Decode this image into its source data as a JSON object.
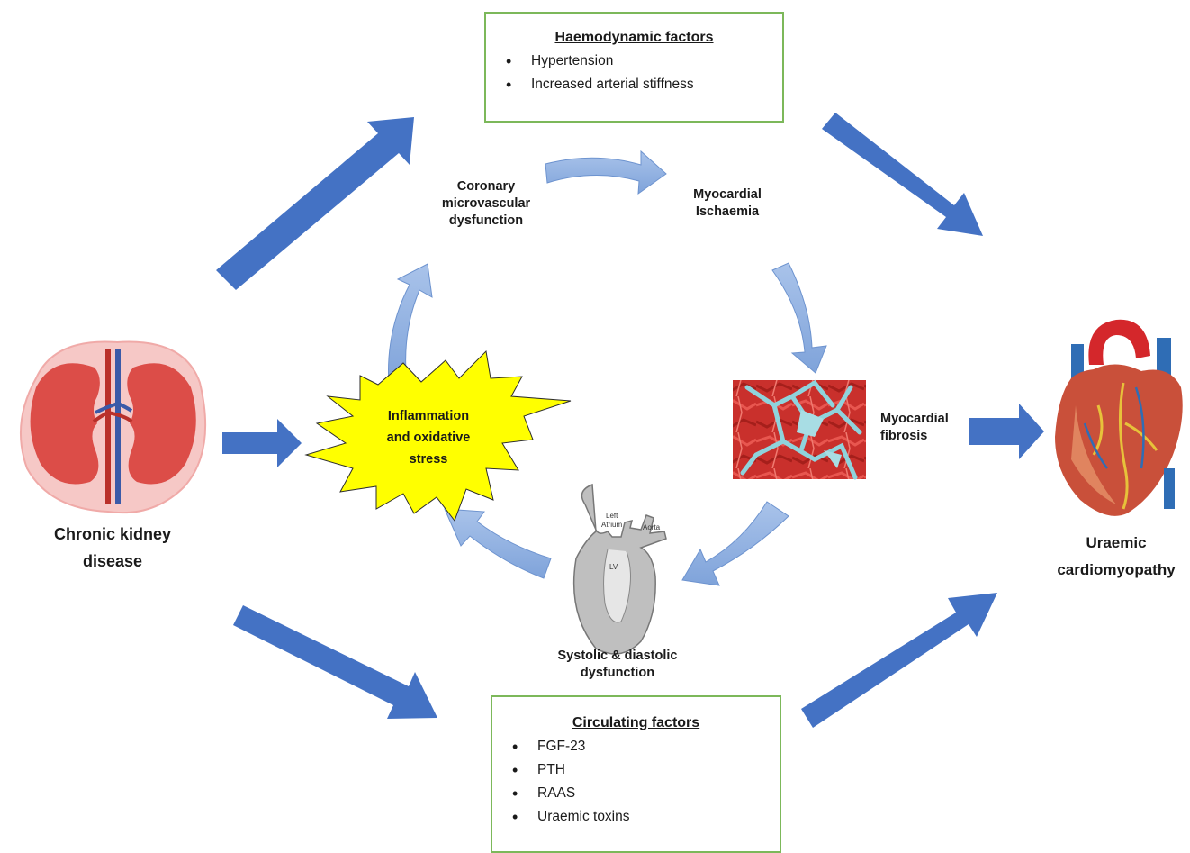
{
  "haemodynamic": {
    "title": "Haemodynamic factors",
    "items": [
      "Hypertension",
      "Increased arterial stiffness"
    ]
  },
  "circulating": {
    "title": "Circulating factors",
    "items": [
      "FGF-23",
      "PTH",
      "RAAS",
      "Uraemic toxins"
    ]
  },
  "nodes": {
    "ckd_line1": "Chronic kidney",
    "ckd_line2": "disease",
    "ucm_line1": "Uraemic",
    "ucm_line2": "cardiomyopathy",
    "coronary_line1": "Coronary",
    "coronary_line2": "microvascular",
    "coronary_line3": "dysfunction",
    "ischaemia_line1": "Myocardial",
    "ischaemia_line2": "Ischaemia",
    "fibrosis_line1": "Myocardial",
    "fibrosis_line2": "fibrosis",
    "dysfunction_line1": "Systolic & diastolic",
    "dysfunction_line2": "dysfunction",
    "inflammation_line1": "Inflammation",
    "inflammation_line2": "and oxidative",
    "inflammation_line3": "stress"
  },
  "heart_sketch": {
    "left_atrium_line1": "Left",
    "left_atrium_line2": "Atrium",
    "aorta": "Aorta",
    "lv": "LV"
  },
  "colors": {
    "dark_arrow": "#4472c4",
    "light_arrow": "#8fb0e0",
    "box_border": "#7cb85a",
    "starburst": "#ffff00"
  }
}
